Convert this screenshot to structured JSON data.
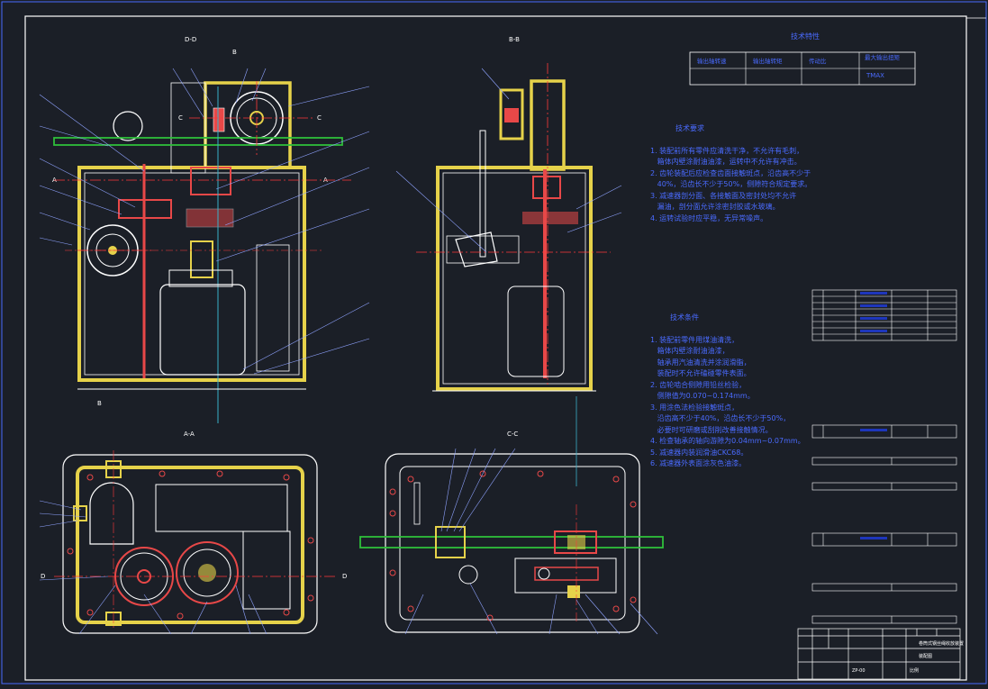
{
  "colors": {
    "background": "#1b1f27",
    "frame": "#ffffff",
    "housing": "#e6d24a",
    "gear": "#e84848",
    "shaft": "#3ab0c8",
    "centerline": "#ff3a3a",
    "dimension": "#4a6bff",
    "bush": "#ffd400",
    "leader": "#8fa3ff"
  },
  "views": {
    "top_left_label": "D-D",
    "top_right_label": "B-B",
    "bottom_left_label": "A-A",
    "bottom_right_label": "C-C"
  },
  "section_marks": [
    "B",
    "C",
    "C",
    "A",
    "A",
    "B",
    "D",
    "D"
  ],
  "spec_table": {
    "title": "技术特性",
    "cells": [
      "输出轴转速",
      "输出轴转矩",
      "传动比",
      "最大输出扭矩",
      "TMAX"
    ]
  },
  "notes_a": {
    "title": "技术要求",
    "lines": [
      "1. 装配前所有零件应清洗干净，不允许有毛刺，",
      "   箱体内壁涂耐油油漆，运转中不允许有冲击。",
      "2. 齿轮装配后应检查齿面接触斑点，沿齿高不少于",
      "   40%，沿齿长不少于50%，侧隙符合规定要求。",
      "3. 减速器剖分面、各接触面及密封处均不允许",
      "   漏油，剖分面允许涂密封胶或水玻璃。",
      "4. 运转试验时应平稳，无异常噪声。"
    ]
  },
  "notes_b": {
    "title": "技术条件",
    "lines": [
      "1. 装配前零件用煤油清洗，",
      "   箱体内壁涂耐油油漆，",
      "   轴承用汽油清洗并涂润滑脂，",
      "   装配时不允许磕碰零件表面。",
      "2. 齿轮啮合侧隙用铅丝检验，",
      "   侧隙值为0.070~0.174mm。",
      "3. 用涂色法检验接触斑点，",
      "   沿齿高不少于40%，沿齿长不少于50%，",
      "   必要时可研磨或刮削改善接触情况。",
      "4. 检查轴承的轴向游隙为0.04mm~0.07mm。",
      "5. 减速器内装润滑油CKC68。",
      "6. 减速器外表面涂灰色油漆。"
    ]
  },
  "title_block": {
    "name": "卷筒式钢丝绳收放装置",
    "sub": "装配图",
    "scale_label": "比例",
    "drawing_no": "ZP-00"
  }
}
